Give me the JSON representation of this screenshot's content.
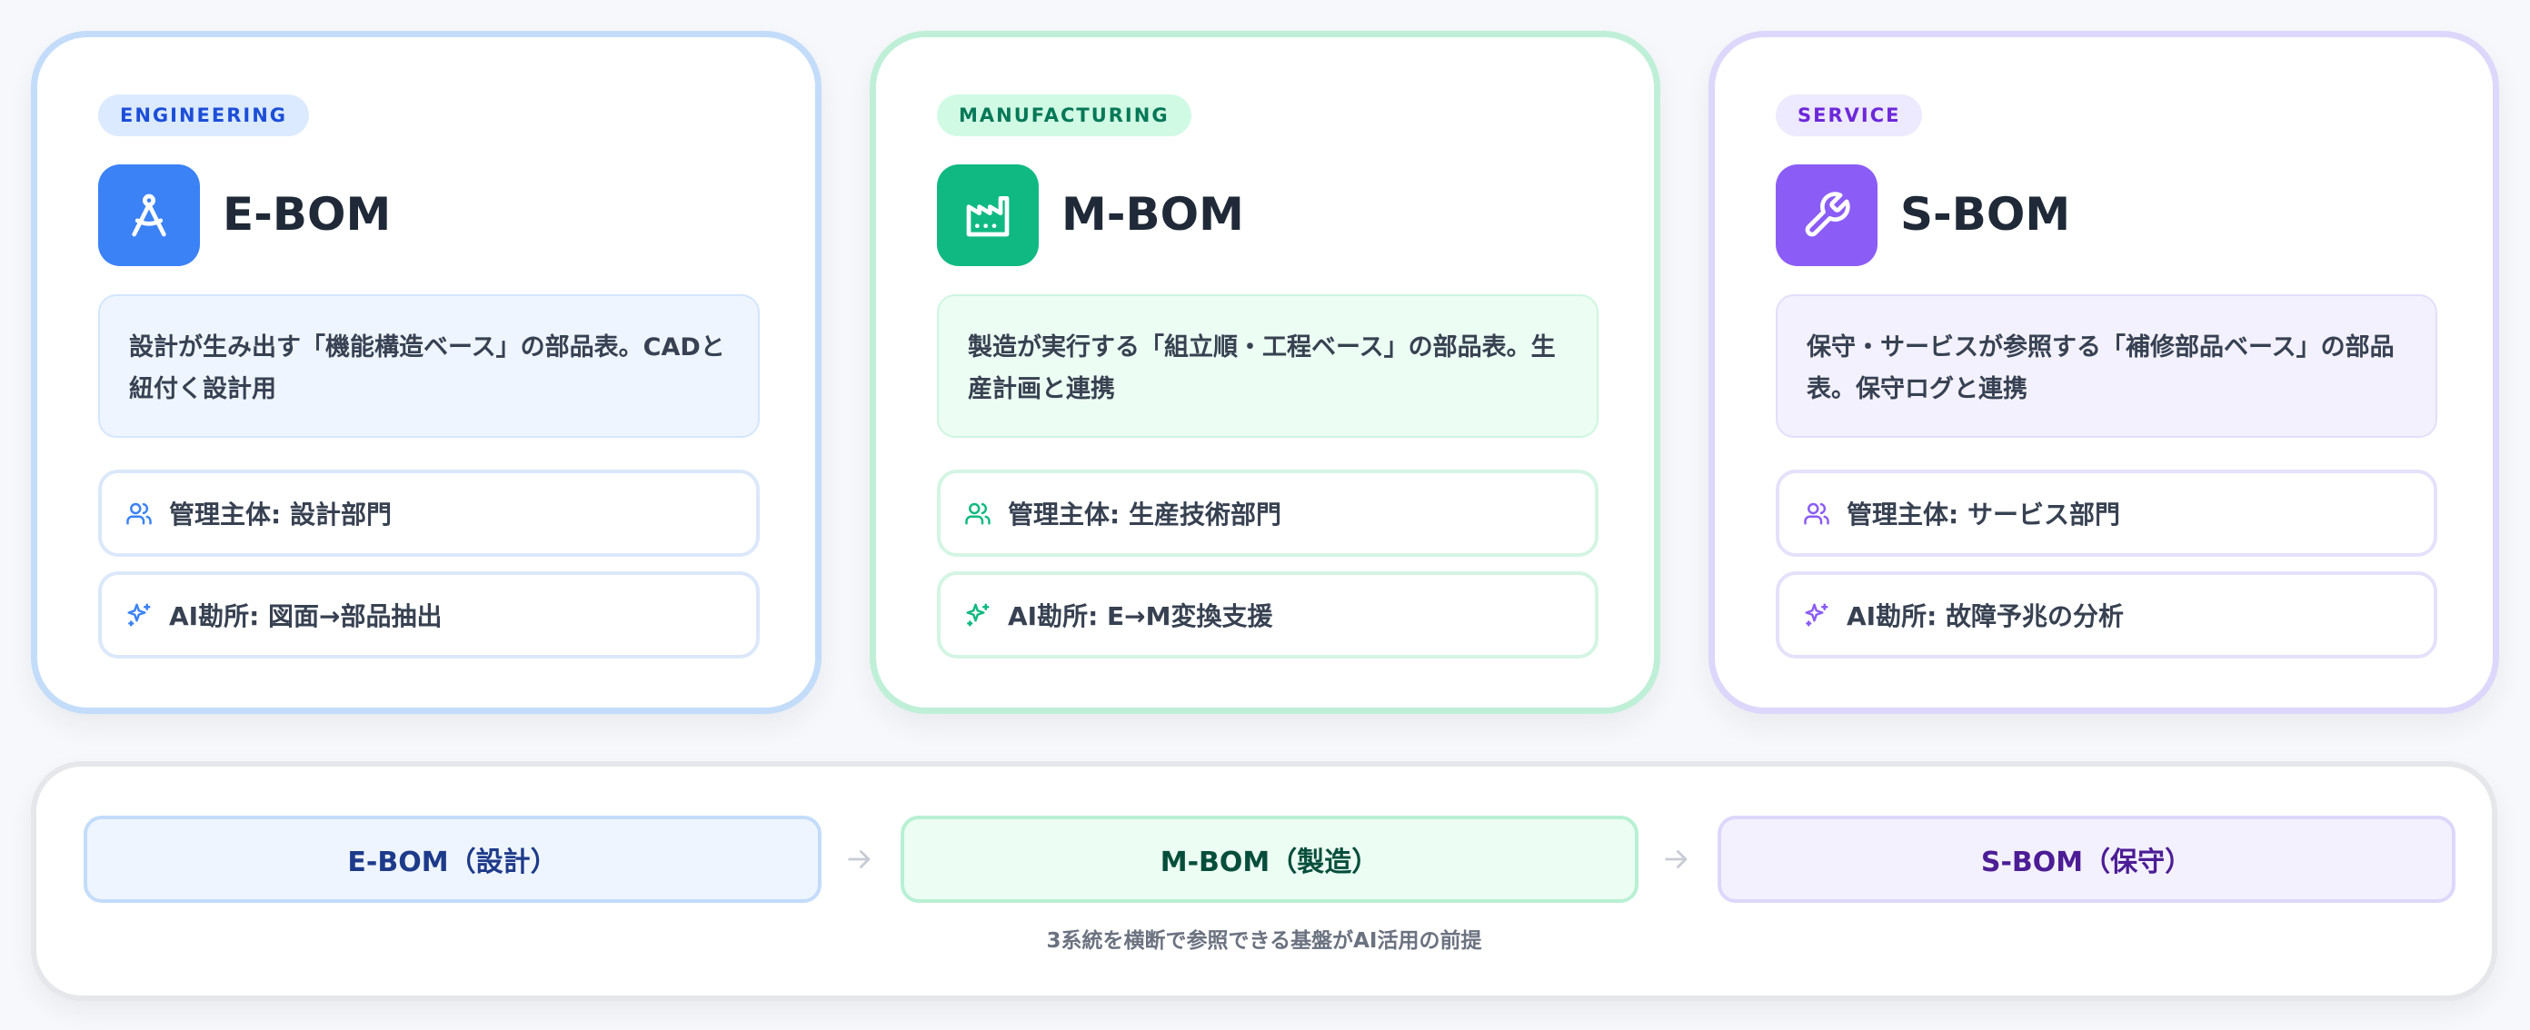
{
  "cards": [
    {
      "badge": "ENGINEERING",
      "title": "E-BOM",
      "description": "設計が生み出す「機能構造ベース」の部品表。CADと紐付く設計用",
      "owner": "管理主体: 設計部門",
      "ai": "AI勘所: 図面→部品抽出",
      "icon": "compass-icon",
      "accent": "#3b82f6"
    },
    {
      "badge": "MANUFACTURING",
      "title": "M-BOM",
      "description": "製造が実行する「組立順・工程ベース」の部品表。生産計画と連携",
      "owner": "管理主体: 生産技術部門",
      "ai": "AI勘所: E→M変換支援",
      "icon": "factory-icon",
      "accent": "#10b981"
    },
    {
      "badge": "SERVICE",
      "title": "S-BOM",
      "description": "保守・サービスが参照する「補修部品ベース」の部品表。保守ログと連携",
      "owner": "管理主体: サービス部門",
      "ai": "AI勘所: 故障予兆の分析",
      "icon": "wrench-icon",
      "accent": "#8b5cf6"
    }
  ],
  "flow": {
    "stages": [
      "E-BOM（設計）",
      "M-BOM（製造）",
      "S-BOM（保守）"
    ],
    "note": "3系統を横断で参照できる基盤がAI活用の前提"
  }
}
